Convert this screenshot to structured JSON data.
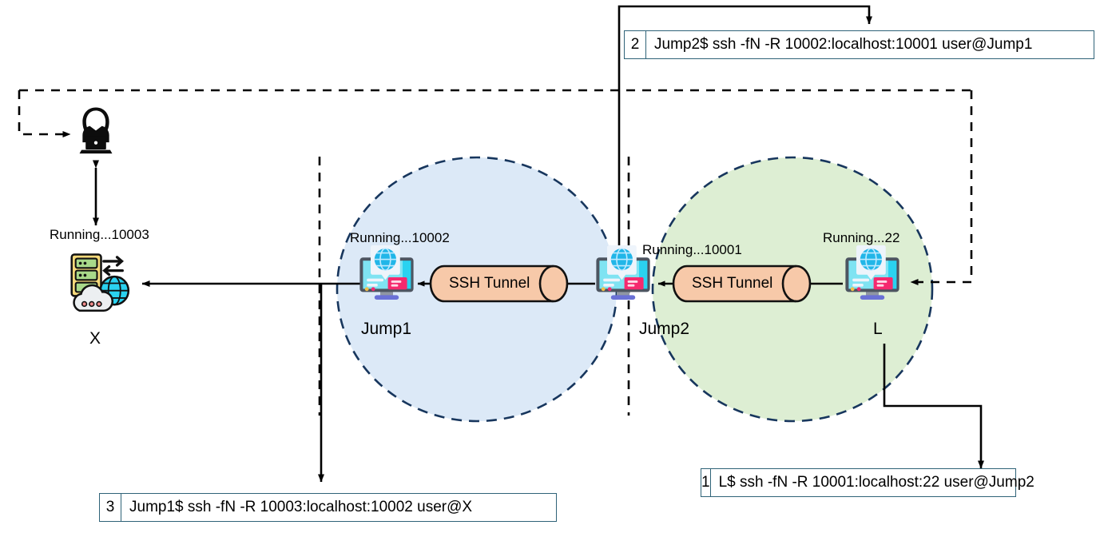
{
  "diagram": {
    "title": "SSH reverse tunnel chain",
    "zones": [
      {
        "name": "Jump1",
        "label": "Jump1",
        "fill": "#dce9f7",
        "stroke": "#17365d"
      },
      {
        "name": "Jump2",
        "label": "Jump2",
        "fill": "#ddeed3",
        "stroke": "#17365d"
      }
    ],
    "nodes": [
      {
        "id": "hacker",
        "label": "",
        "icon": "hacker-icon"
      },
      {
        "id": "X",
        "label": "X",
        "icon": "server-cloud-icon",
        "running": "Running...10003"
      },
      {
        "id": "Jump1",
        "label": "Jump1",
        "icon": "monitor-globe-icon",
        "running": "Running...10002"
      },
      {
        "id": "Jump2",
        "label": "Jump2",
        "icon": "monitor-globe-icon",
        "running": "Running...10001"
      },
      {
        "id": "L",
        "label": "L",
        "icon": "monitor-globe-icon",
        "running": "Running...22"
      }
    ],
    "tunnels": [
      {
        "id": "tunnel-jump1-jump2",
        "label": "SSH Tunnel",
        "fill": "#f7c9a9",
        "stroke": "#1a1a1a"
      },
      {
        "id": "tunnel-jump2-l",
        "label": "SSH Tunnel",
        "fill": "#f7c9a9",
        "stroke": "#1a1a1a"
      }
    ],
    "commands": [
      {
        "num": "1",
        "text": "L$ ssh -fN -R 10001:localhost:22 user@Jump2"
      },
      {
        "num": "2",
        "text": "Jump2$ ssh -fN -R 10002:localhost:10001 user@Jump1"
      },
      {
        "num": "3",
        "text": "Jump1$ ssh -fN -R 10003:localhost:10002 user@X"
      }
    ],
    "colors": {
      "jump1_zone": "#dce9f7",
      "jump2_zone": "#ddeed3",
      "zone_border": "#17365d",
      "tunnel_fill": "#f7c9a9",
      "box_border": "#2f6378",
      "line": "#000000"
    }
  }
}
